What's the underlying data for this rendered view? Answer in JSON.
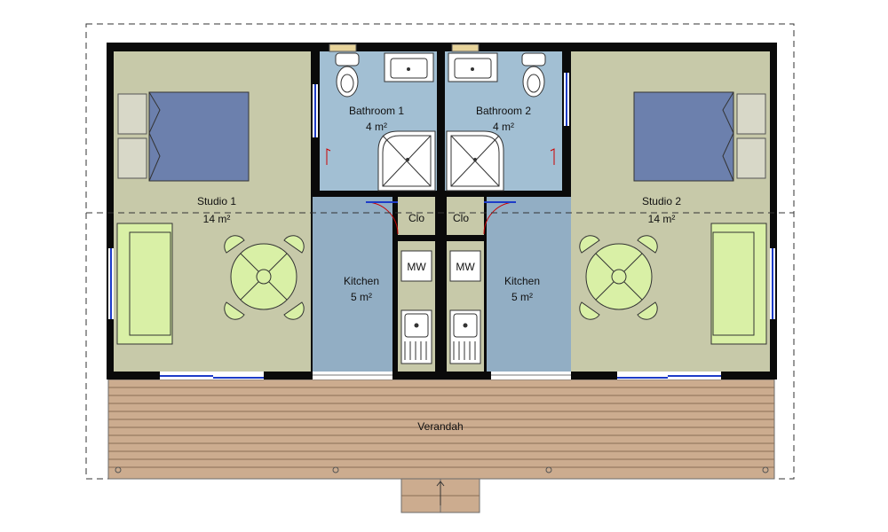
{
  "rooms": {
    "studio1": {
      "name": "Studio 1",
      "area": "14 m²"
    },
    "studio2": {
      "name": "Studio 2",
      "area": "14 m²"
    },
    "bathroom1": {
      "name": "Bathroom 1",
      "area": "4 m²"
    },
    "bathroom2": {
      "name": "Bathroom 2",
      "area": "4 m²"
    },
    "kitchen1": {
      "name": "Kitchen",
      "area": "5 m²"
    },
    "kitchen2": {
      "name": "Kitchen",
      "area": "5 m²"
    },
    "closet1": {
      "name": "Clo"
    },
    "closet2": {
      "name": "Clo"
    },
    "veranda": {
      "name": "Verandah"
    }
  },
  "fixtures": {
    "microwave_label": "MW"
  },
  "colors": {
    "studio_floor": "#c7c9a9",
    "wet_floor": "#a2bfd3",
    "kitchen_floor": "#92aec4",
    "bed": "#6c80ad",
    "sofa": "#d9f0a6",
    "table": "#d9f0a6",
    "deck": "#ccac8f",
    "wall": "#0a0a0a",
    "window": "#1e3cc8",
    "door_swing": "#cc0000"
  }
}
